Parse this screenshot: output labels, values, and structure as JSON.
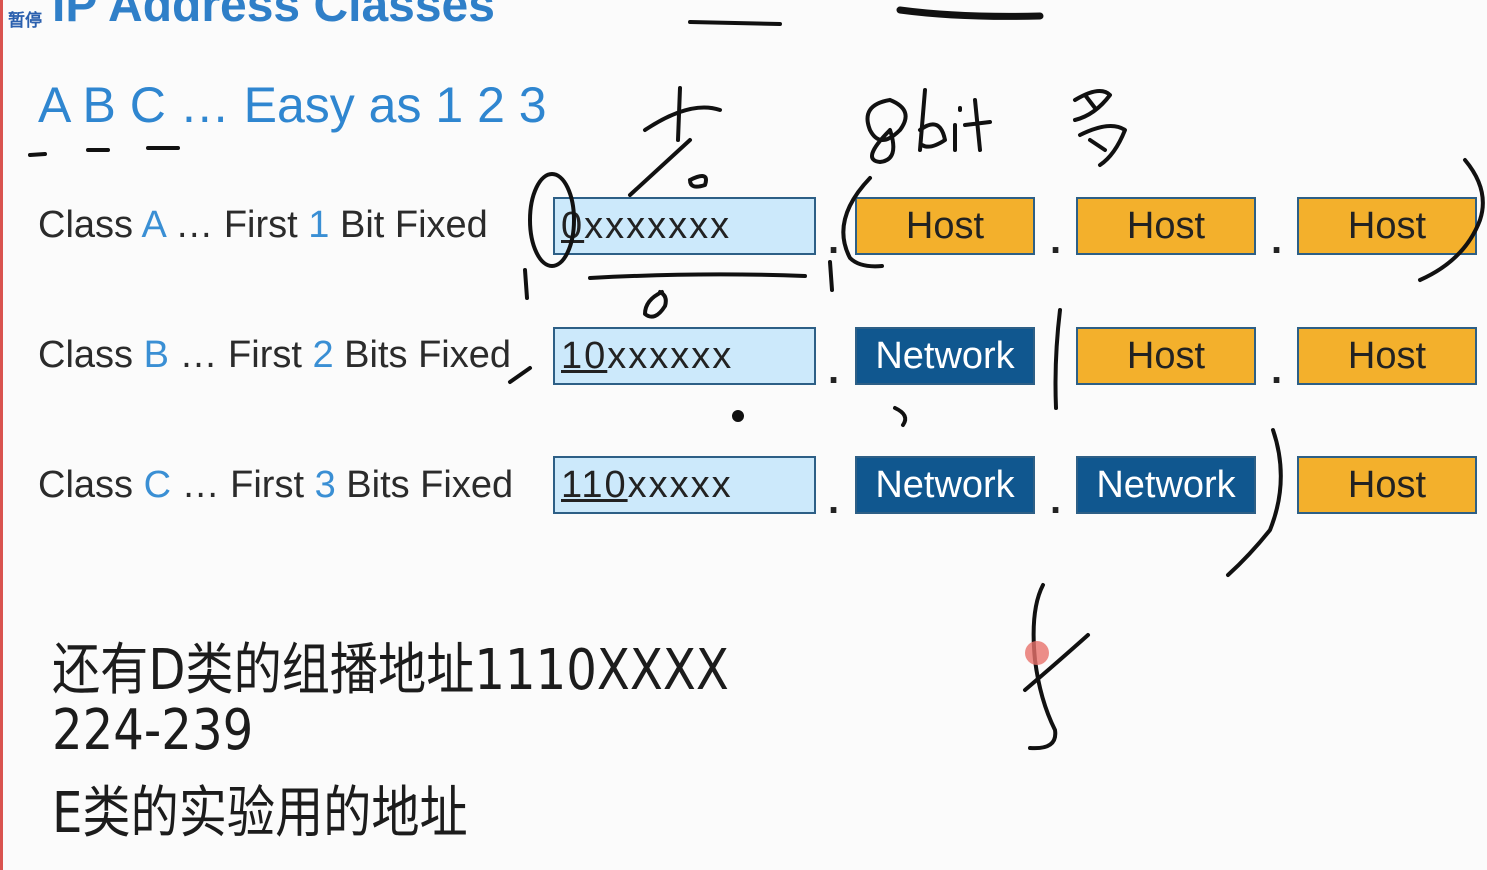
{
  "overlay": {
    "pause_label": "暂停"
  },
  "title": "IP Address Classes",
  "subtitle": "A B C … Easy as 1 2 3",
  "rows": [
    {
      "label_prefix": "Class ",
      "letter": "A",
      "label_mid": " … First ",
      "count": "1",
      "label_suffix": " Bit Fixed",
      "fixed_bits": "0",
      "free_bits": "xxxxxxx",
      "octets": [
        "Host",
        "Host",
        "Host"
      ]
    },
    {
      "label_prefix": "Class ",
      "letter": "B",
      "label_mid": " … First ",
      "count": "2",
      "label_suffix": " Bits Fixed",
      "fixed_bits": "10",
      "free_bits": "xxxxxx",
      "octets": [
        "Network",
        "Host",
        "Host"
      ]
    },
    {
      "label_prefix": "Class ",
      "letter": "C",
      "label_mid": " … First ",
      "count": "3",
      "label_suffix": " Bits Fixed",
      "fixed_bits": "110",
      "free_bits": "xxxxx",
      "octets": [
        "Network",
        "Network",
        "Host"
      ]
    }
  ],
  "separator": ".",
  "notes": [
    "还有D类的组播地址1110XXXX",
    "224-239",
    "E类的实验用的地址"
  ],
  "colors": {
    "title": "#2f7fc8",
    "bits_fill": "#cce9fb",
    "host_fill": "#f3b02c",
    "network_fill": "#10578f",
    "border": "#2d5f86"
  }
}
